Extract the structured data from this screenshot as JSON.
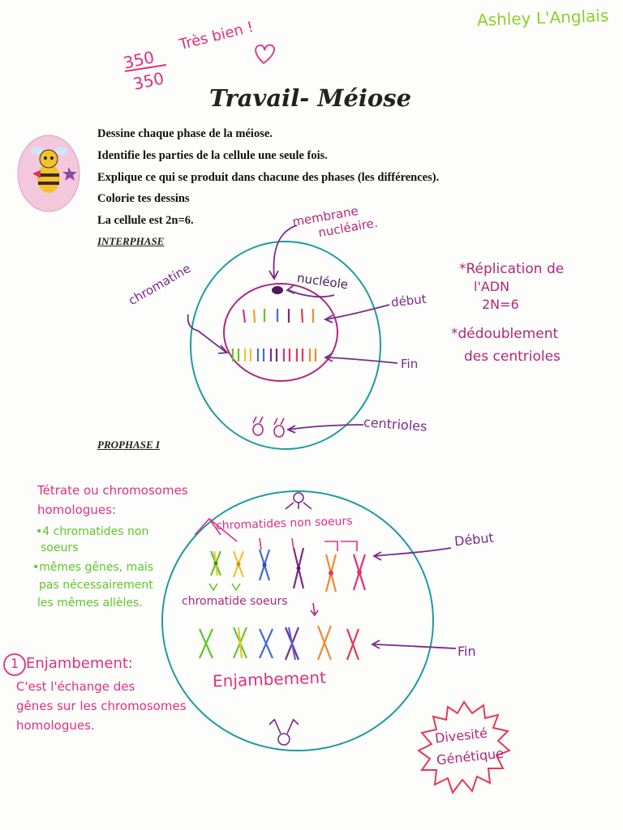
{
  "author": "Ashley L'Anglais",
  "grade": {
    "score": "350",
    "total": "350",
    "comment": "Très bien !"
  },
  "title": "Travail- Méiose",
  "instructions": [
    "Dessine chaque phase de la méiose.",
    "Identifie les parties de la cellule une seule fois.",
    "Explique ce qui se produit dans chacune des phases (les différences).",
    "Colorie tes dessins",
    "La cellule est 2n=6."
  ],
  "interphase": {
    "heading": "INTERPHASE",
    "labels": {
      "membrane_line1": "membrane",
      "membrane_line2": "nucléaire.",
      "nucleole": "nucléole",
      "chromatine": "chromatine",
      "debut": "début",
      "fin": "Fin",
      "centrioles": "centrioles"
    },
    "notes": [
      "*Réplication de",
      "l'ADN",
      "2N=6",
      "*dédoublement",
      "des centrioles"
    ]
  },
  "prophase": {
    "heading": "PROPHASE I",
    "left_notes": {
      "tetrade_line1": "Tétrate ou chromosomes",
      "tetrade_line2": "homologues:",
      "green_lines": [
        "•4 chromatides non",
        "soeurs",
        "•mêmes gênes, mais",
        "pas nécessairement",
        "les mêmes allèles."
      ]
    },
    "labels": {
      "non_soeurs": "chromatides non soeurs",
      "soeurs": "chromatide soeurs",
      "debut": "Début",
      "fin": "Fin",
      "enjambement": "Enjambement"
    },
    "enjambement_note": {
      "number": "1",
      "heading": "Enjambement:",
      "lines": [
        "C'est l'échange des",
        "gênes sur les chromosomes",
        "homologues."
      ]
    },
    "badge": {
      "line1": "Divesité",
      "line2": "Génétique"
    }
  },
  "colors": {
    "ink_pink": "#e0307e",
    "ink_purple": "#7a2a8c",
    "ink_green": "#5fc62a",
    "ink_teal": "#1e9aa0",
    "ink_red": "#e33a55",
    "ink_magenta": "#b0287a"
  }
}
